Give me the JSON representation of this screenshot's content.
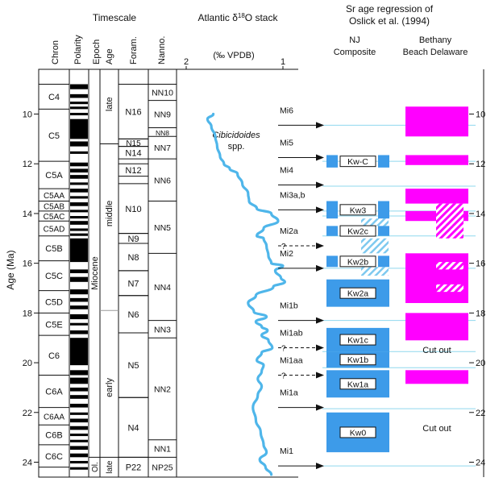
{
  "headers": {
    "timescale": "Timescale",
    "stack": "Atlantic δ18O stack",
    "sr_line1": "Sr age regression of",
    "sr_line2": "Oslick et al. (1994)",
    "col_chron": "Chron",
    "col_polarity": "Polarity",
    "col_epoch": "Epoch",
    "col_age": "Age",
    "col_foram": "Foram.",
    "col_nanno": "Nanno.",
    "nj_line1": "NJ",
    "nj_line2": "Composite",
    "bb_line1": "Bethany",
    "bb_line2": "Beach Delaware"
  },
  "y_axis": {
    "label": "Age (Ma)",
    "min": 8.2,
    "max": 24.6,
    "ticks": [
      10,
      12,
      14,
      16,
      18,
      20,
      22,
      24
    ]
  },
  "iso_axis": {
    "unit": "(‰ VPDB)",
    "ticks": [
      {
        "v": 2,
        "label": "2"
      },
      {
        "v": 1,
        "label": "1"
      }
    ],
    "species_line1": "Cibicidoides",
    "species_line2": "spp."
  },
  "chrons": [
    {
      "name": "C4",
      "top": 8.8,
      "bot": 9.8
    },
    {
      "name": "C5",
      "top": 9.8,
      "bot": 11.9
    },
    {
      "name": "C5A",
      "top": 11.9,
      "bot": 13.0
    },
    {
      "name": "C5AA",
      "top": 13.0,
      "bot": 13.5
    },
    {
      "name": "C5AB",
      "top": 13.5,
      "bot": 13.9
    },
    {
      "name": "C5AC",
      "top": 13.9,
      "bot": 14.3
    },
    {
      "name": "C5AD",
      "top": 14.3,
      "bot": 14.9
    },
    {
      "name": "C5B",
      "top": 14.9,
      "bot": 15.9
    },
    {
      "name": "C5C",
      "top": 15.9,
      "bot": 17.1
    },
    {
      "name": "C5D",
      "top": 17.1,
      "bot": 18.0
    },
    {
      "name": "C5E",
      "top": 18.0,
      "bot": 18.9
    },
    {
      "name": "C6",
      "top": 18.9,
      "bot": 20.5
    },
    {
      "name": "C6A",
      "top": 20.5,
      "bot": 21.8
    },
    {
      "name": "C6AA",
      "top": 21.8,
      "bot": 22.5
    },
    {
      "name": "C6B",
      "top": 22.5,
      "bot": 23.3
    },
    {
      "name": "C6C",
      "top": 23.3,
      "bot": 24.2
    }
  ],
  "polarity_normal": [
    [
      8.8,
      9.0
    ],
    [
      9.2,
      9.35
    ],
    [
      9.5,
      9.6
    ],
    [
      9.7,
      9.8
    ],
    [
      9.95,
      10.05
    ],
    [
      10.2,
      11.0
    ],
    [
      11.1,
      11.3
    ],
    [
      11.5,
      11.6
    ],
    [
      11.95,
      12.1
    ],
    [
      12.2,
      12.35
    ],
    [
      12.45,
      12.6
    ],
    [
      12.75,
      12.85
    ],
    [
      13.0,
      13.15
    ],
    [
      13.3,
      13.4
    ],
    [
      13.55,
      13.7
    ],
    [
      13.85,
      13.95
    ],
    [
      14.1,
      14.2
    ],
    [
      14.3,
      14.45
    ],
    [
      14.6,
      14.7
    ],
    [
      14.8,
      14.9
    ],
    [
      15.0,
      15.95
    ],
    [
      16.25,
      16.4
    ],
    [
      16.55,
      16.75
    ],
    [
      17.05,
      17.25
    ],
    [
      17.4,
      17.55
    ],
    [
      17.7,
      17.85
    ],
    [
      18.05,
      18.25
    ],
    [
      18.4,
      18.5
    ],
    [
      18.7,
      18.85
    ],
    [
      19.0,
      20.1
    ],
    [
      20.3,
      20.5
    ],
    [
      20.6,
      20.85
    ],
    [
      21.0,
      21.15
    ],
    [
      21.3,
      21.45
    ],
    [
      21.65,
      21.8
    ],
    [
      22.0,
      22.1
    ],
    [
      22.25,
      22.4
    ],
    [
      22.55,
      22.7
    ],
    [
      22.85,
      22.95
    ],
    [
      23.1,
      23.2
    ],
    [
      23.35,
      23.5
    ],
    [
      23.65,
      23.8
    ],
    [
      23.95,
      24.05
    ],
    [
      24.2,
      24.3
    ]
  ],
  "epochs": [
    {
      "label": "Miocene",
      "top": 8.8,
      "bot": 23.8
    },
    {
      "label": "Ol.",
      "top": 23.8,
      "bot": 24.6
    }
  ],
  "ages": [
    {
      "label": "late",
      "top": 8.8,
      "bot": 11.2
    },
    {
      "label": "middle",
      "top": 11.2,
      "bot": 17.9
    },
    {
      "label": "early",
      "top": 17.9,
      "bot": 23.8
    },
    {
      "label": "late",
      "top": 23.8,
      "bot": 24.6
    }
  ],
  "forams": [
    {
      "name": "N16",
      "top": 8.8,
      "bot": 11.0
    },
    {
      "name": "N15",
      "top": 11.0,
      "bot": 11.3
    },
    {
      "name": "N14",
      "top": 11.3,
      "bot": 11.8
    },
    {
      "name": "N12",
      "top": 12.0,
      "bot": 12.5
    },
    {
      "name": "N10",
      "top": 12.8,
      "bot": 14.8
    },
    {
      "name": "N9",
      "top": 14.8,
      "bot": 15.2
    },
    {
      "name": "N8",
      "top": 15.2,
      "bot": 16.3
    },
    {
      "name": "N7",
      "top": 16.3,
      "bot": 17.3
    },
    {
      "name": "N6",
      "top": 17.3,
      "bot": 18.8
    },
    {
      "name": "N5",
      "top": 18.8,
      "bot": 21.4
    },
    {
      "name": "N4",
      "top": 21.4,
      "bot": 23.8
    },
    {
      "name": "P22",
      "top": 23.8,
      "bot": 24.6
    }
  ],
  "nannos": [
    {
      "name": "NN10",
      "top": 8.8,
      "bot": 9.45
    },
    {
      "name": "NN9",
      "top": 9.45,
      "bot": 10.55
    },
    {
      "name": "NN8",
      "top": 10.55,
      "bot": 10.9
    },
    {
      "name": "NN7",
      "top": 10.9,
      "bot": 11.8
    },
    {
      "name": "NN6",
      "top": 11.8,
      "bot": 13.5
    },
    {
      "name": "NN5",
      "top": 13.5,
      "bot": 15.6
    },
    {
      "name": "NN4",
      "top": 15.6,
      "bot": 18.3
    },
    {
      "name": "NN3",
      "top": 18.3,
      "bot": 19.0
    },
    {
      "name": "NN2",
      "top": 19.0,
      "bot": 23.1
    },
    {
      "name": "NN1",
      "top": 23.1,
      "bot": 23.8
    },
    {
      "name": "NP25",
      "top": 23.8,
      "bot": 24.6
    }
  ],
  "stack_curve": [
    [
      1.72,
      10.0
    ],
    [
      1.78,
      10.2
    ],
    [
      1.74,
      10.5
    ],
    [
      1.7,
      10.9
    ],
    [
      1.68,
      11.3
    ],
    [
      1.65,
      11.7
    ],
    [
      1.61,
      12.0
    ],
    [
      1.55,
      12.2
    ],
    [
      1.47,
      12.4
    ],
    [
      1.42,
      12.8
    ],
    [
      1.36,
      13.2
    ],
    [
      1.35,
      13.5
    ],
    [
      1.27,
      13.8
    ],
    [
      1.12,
      14.0
    ],
    [
      1.05,
      14.3
    ],
    [
      1.2,
      14.6
    ],
    [
      1.27,
      14.9
    ],
    [
      1.2,
      15.0
    ],
    [
      1.17,
      15.3
    ],
    [
      1.15,
      15.7
    ],
    [
      1.12,
      16.0
    ],
    [
      1.0,
      16.1
    ],
    [
      1.08,
      16.3
    ],
    [
      1.02,
      16.6
    ],
    [
      0.98,
      16.75
    ],
    [
      1.1,
      16.95
    ],
    [
      1.28,
      17.3
    ],
    [
      1.36,
      17.6
    ],
    [
      1.3,
      17.95
    ],
    [
      1.17,
      18.15
    ],
    [
      1.28,
      18.35
    ],
    [
      1.22,
      18.55
    ],
    [
      1.16,
      18.7
    ],
    [
      1.22,
      18.9
    ],
    [
      1.15,
      19.1
    ],
    [
      1.11,
      19.4
    ],
    [
      1.22,
      19.6
    ],
    [
      1.27,
      19.9
    ],
    [
      1.2,
      20.1
    ],
    [
      1.22,
      20.35
    ],
    [
      1.26,
      20.65
    ],
    [
      1.22,
      20.95
    ],
    [
      1.26,
      21.3
    ],
    [
      1.31,
      21.8
    ],
    [
      1.28,
      22.3
    ],
    [
      1.23,
      22.8
    ],
    [
      1.2,
      23.3
    ],
    [
      1.17,
      23.6
    ],
    [
      1.24,
      23.9
    ],
    [
      1.18,
      24.2
    ],
    [
      1.12,
      24.5
    ]
  ],
  "events": [
    {
      "name": "Mi6",
      "age": 10.45,
      "dashed": false,
      "q": ""
    },
    {
      "name": "Mi5",
      "age": 11.75,
      "dashed": false,
      "q": ""
    },
    {
      "name": "Mi4",
      "age": 12.85,
      "dashed": false,
      "q": ""
    },
    {
      "name": "Mi3a,b",
      "age": 13.85,
      "dashed": false,
      "q": ""
    },
    {
      "name": "Mi2a",
      "age": 15.3,
      "dashed": true,
      "q": "?"
    },
    {
      "name": "Mi2",
      "age": 16.2,
      "dashed": false,
      "q": ""
    },
    {
      "name": "Mi1b",
      "age": 18.3,
      "dashed": false,
      "q": ""
    },
    {
      "name": "Mi1ab",
      "age": 19.4,
      "dashed": true,
      "q": "?"
    },
    {
      "name": "Mi1aa",
      "age": 20.5,
      "dashed": true,
      "q": "?"
    },
    {
      "name": "Mi1a",
      "age": 21.8,
      "dashed": false,
      "q": ""
    },
    {
      "name": "Mi1",
      "age": 24.15,
      "dashed": false,
      "q": ""
    }
  ],
  "nj_units": [
    {
      "name": "Kw-C",
      "top": 11.65,
      "bot": 12.15,
      "full": false
    },
    {
      "name": "Kw3",
      "top": 13.5,
      "bot": 14.2,
      "full": false
    },
    {
      "name": "Kw2c",
      "top": 14.5,
      "bot": 14.9,
      "full": false
    },
    {
      "name": "Kw2b",
      "top": 15.7,
      "bot": 16.15,
      "full": false
    },
    {
      "name": "Kw2a",
      "top": 16.65,
      "bot": 17.75,
      "full": true
    },
    {
      "name": "Kw1c",
      "top": 18.6,
      "bot": 19.55,
      "full": true
    },
    {
      "name": "Kw1b",
      "top": 19.55,
      "bot": 20.2,
      "full": true
    },
    {
      "name": "Kw1a",
      "top": 20.3,
      "bot": 21.4,
      "full": true
    },
    {
      "name": "Kw0",
      "top": 22.0,
      "bot": 23.6,
      "full": true
    }
  ],
  "nj_hatch": [
    [
      14.2,
      14.5
    ],
    [
      15.0,
      15.6
    ],
    [
      16.15,
      16.5
    ]
  ],
  "bb_blocks": [
    {
      "top": 9.7,
      "bot": 10.9
    },
    {
      "top": 11.65,
      "bot": 12.05
    },
    {
      "top": 13.0,
      "bot": 13.6
    },
    {
      "top": 13.9,
      "bot": 14.3
    },
    {
      "top": 15.6,
      "bot": 17.6
    },
    {
      "top": 18.0,
      "bot": 19.1
    },
    {
      "top": 20.3,
      "bot": 20.85
    }
  ],
  "bb_hatch": [
    [
      13.6,
      14.5
    ],
    [
      14.5,
      15.0
    ],
    [
      15.95,
      16.25
    ],
    [
      16.85,
      17.15
    ]
  ],
  "bb_cutout": [
    {
      "label": "Cut out",
      "age": 19.8
    },
    {
      "label": "Cut out",
      "age": 22.95
    }
  ],
  "corr_lines": [
    10.45,
    11.9,
    12.9,
    13.9,
    14.1,
    14.9,
    16.2,
    18.3,
    19.55,
    20.2,
    21.85,
    24.15
  ],
  "colors": {
    "magenta": "#ff00ff",
    "blue": "#3d9be9",
    "cyan_line": "#8fd8ee",
    "curve": "#4fb6ea",
    "hatch": "#7ec9ef"
  }
}
